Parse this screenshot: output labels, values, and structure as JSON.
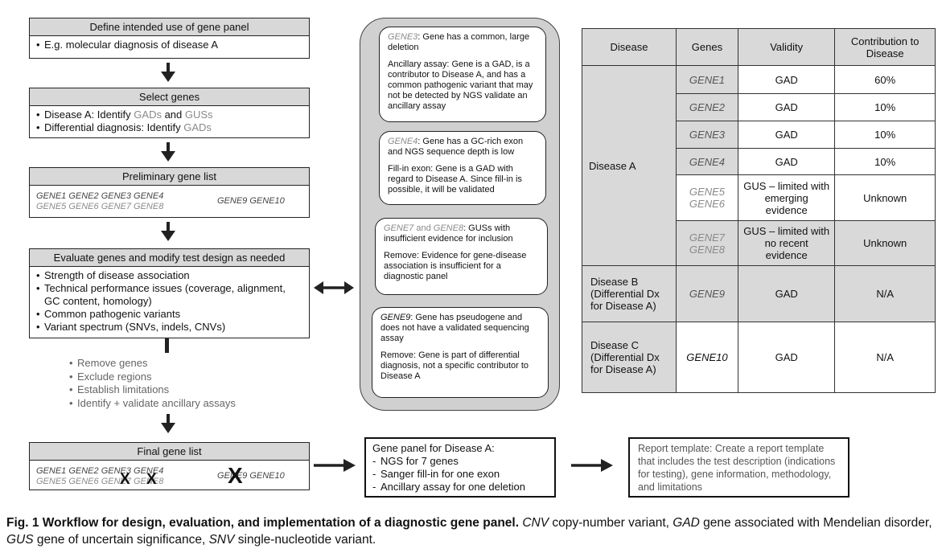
{
  "left": {
    "step1": {
      "title": "Define intended use of gene panel",
      "bullets": [
        "E.g. molecular diagnosis of disease A"
      ]
    },
    "step2": {
      "title": "Select genes",
      "line1_a": "Disease A: Identify ",
      "line1_gad": "GADs",
      "line1_and": " and ",
      "line1_gus": "GUSs",
      "line2_a": "Differential diagnosis: Identify ",
      "line2_gad": "GADs"
    },
    "step3": {
      "title": "Preliminary gene list",
      "row1": "GENE1 GENE2 GENE3 GENE4",
      "row2": "GENE5 GENE6 GENE7 GENE8",
      "right": "GENE9 GENE10"
    },
    "step4": {
      "title": "Evaluate genes and modify test design as needed",
      "bullets": [
        "Strength of disease association",
        "Technical performance issues (coverage, alignment, GC content, homology)",
        "Common pathogenic variants",
        "Variant spectrum (SNVs, indels, CNVs)"
      ]
    },
    "actions": [
      "Remove genes",
      "Exclude regions",
      "Establish limitations",
      "Identify + validate ancillary assays"
    ],
    "step5": {
      "title": "Final gene list",
      "row1": "GENE1 GENE2 GENE3 GENE4",
      "row2": "GENE5 GENE6 GENE7 GENE8",
      "right": "GENE9 GENE10"
    }
  },
  "notes": {
    "n1": {
      "gene": "GENE3",
      "head": ": Gene has a common, large deletion",
      "body": "Ancillary assay: Gene is a GAD, is a contributor to Disease A, and has a common pathogenic variant that may not be detected by NGS validate an ancillary assay"
    },
    "n2": {
      "gene": "GENE4",
      "head": ": Gene has a GC-rich exon and NGS sequence depth is low",
      "body": "Fill-in exon: Gene is a GAD with regard to Disease A. Since fill-in is possible, it will be validated"
    },
    "n3": {
      "gene_a": "GENE7",
      "and": " and ",
      "gene_b": "GENE8",
      "head": ": GUSs with insufficient evidence for inclusion",
      "body": "Remove: Evidence for gene-disease association is insufficient for a diagnostic panel"
    },
    "n4": {
      "gene": "GENE9",
      "head": ": Gene has pseudogene and does not have a validated sequencing assay",
      "body": "Remove: Gene is part of differential diagnosis, not a specific contributor to Disease A"
    }
  },
  "table": {
    "headers": [
      "Disease",
      "Genes",
      "Validity",
      "Contribution to Disease"
    ],
    "diseaseA": "Disease A",
    "rowsA": [
      {
        "gene": "GENE1",
        "validity": "GAD",
        "contribution": "60%"
      },
      {
        "gene": "GENE2",
        "validity": "GAD",
        "contribution": "10%"
      },
      {
        "gene": "GENE3",
        "validity": "GAD",
        "contribution": "10%"
      },
      {
        "gene": "GENE4",
        "validity": "GAD",
        "contribution": "10%"
      },
      {
        "gene": "GENE5 GENE6",
        "validity": "GUS – limited with emerging evidence",
        "contribution": "Unknown"
      },
      {
        "gene": "GENE7 GENE8",
        "validity": "GUS – limited with no recent evidence",
        "contribution": "Unknown"
      }
    ],
    "diseaseB": {
      "disease": "Disease B (Differential Dx for Disease A)",
      "gene": "GENE9",
      "validity": "GAD",
      "contribution": "N/A"
    },
    "diseaseC": {
      "disease": "Disease C (Differential Dx for Disease A)",
      "gene": "GENE10",
      "validity": "GAD",
      "contribution": "N/A"
    }
  },
  "bottom": {
    "panel": {
      "title": "Gene panel for Disease A:",
      "items": [
        "NGS for 7 genes",
        "Sanger fill-in for one exon",
        "Ancillary assay for one deletion"
      ]
    },
    "report": "Report template: Create a report template that includes the test description (indications for testing), gene information, methodology, and limitations"
  },
  "caption": {
    "bold": "Fig. 1 Workflow for design, evaluation, and implementation of a diagnostic gene panel.",
    "parts": [
      {
        "t": " ",
        "i": false
      },
      {
        "t": "CNV",
        "i": true
      },
      {
        "t": " copy-number variant, ",
        "i": false
      },
      {
        "t": "GAD",
        "i": true
      },
      {
        "t": " gene associated with Mendelian disorder, ",
        "i": false
      },
      {
        "t": "GUS",
        "i": true
      },
      {
        "t": " gene of uncertain significance, ",
        "i": false
      },
      {
        "t": "SNV",
        "i": true
      },
      {
        "t": " single-nucleotide variant.",
        "i": false
      }
    ]
  },
  "symbols": {
    "bullet": "•",
    "dash": "-",
    "cross": "X"
  },
  "colors": {
    "header_fill": "#d8d8d8",
    "gray_text": "#8a8a8a",
    "panel_fill": "#d0d0d0",
    "shade": "#d9d9d9"
  }
}
